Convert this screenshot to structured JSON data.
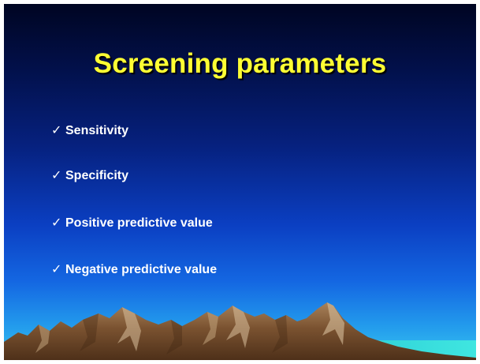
{
  "slide": {
    "title": "Screening parameters",
    "bullets": [
      {
        "icon": "check-icon",
        "text": "Sensitivity"
      },
      {
        "icon": "check-icon",
        "text": "Specificity"
      },
      {
        "icon": "check-icon",
        "text": "Positive predictive value"
      },
      {
        "icon": "check-icon",
        "text": "Negative predictive value"
      }
    ]
  },
  "colors": {
    "title": "#ffff33",
    "bullet_text": "#ffffff",
    "background_top": "#000522",
    "background_bottom": "#35c4f0",
    "mountain": "#7a5230"
  }
}
